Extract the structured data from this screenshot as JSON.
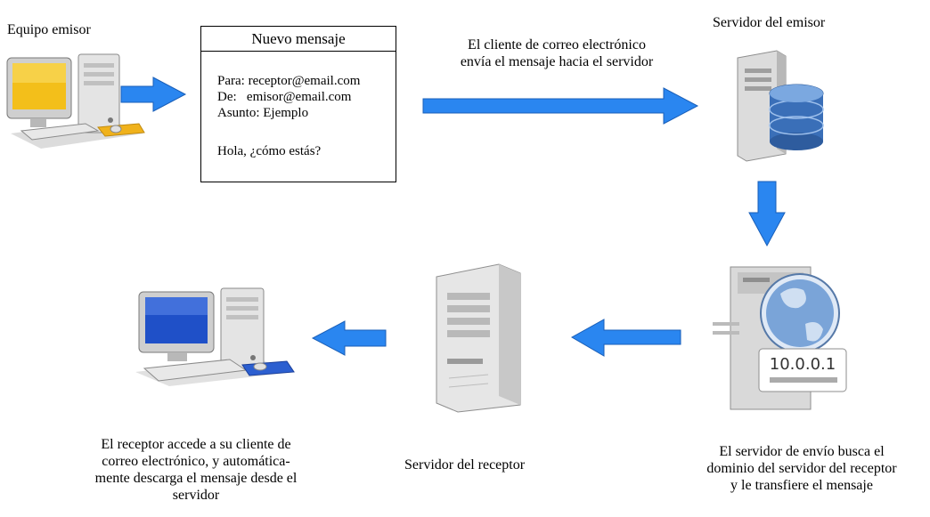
{
  "labels": {
    "sender_pc": "Equipo emisor",
    "sender_server": "Servidor del emisor",
    "client_sends": [
      "El cliente de correo electrónico",
      "envía el mensaje hacia el servidor"
    ],
    "receiver_server": "Servidor del receptor",
    "send_server_desc": [
      "El servidor de envío busca el",
      "dominio del servidor del receptor",
      "y le transfiere el mensaje"
    ],
    "receiver_desc": [
      "El receptor accede a su cliente de",
      "correo electrónico, y automática-",
      "mente descarga el mensaje desde el",
      "servidor"
    ]
  },
  "message": {
    "title": "Nuevo mensaje",
    "to": "Para: receptor@email.com",
    "from": "De:   emisor@email.com",
    "subject": "Asunto: Ejemplo",
    "body": "Hola, ¿cómo estás?"
  },
  "dns_badge": "10.0.0.1",
  "colors": {
    "arrow": "#2a86f0",
    "arrow_stroke": "#1a5fb8"
  }
}
